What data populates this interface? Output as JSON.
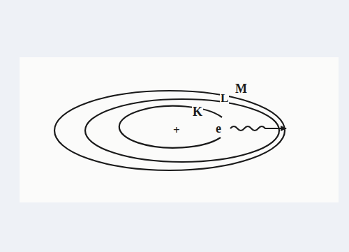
{
  "diagram": {
    "labels": [
      "M",
      "L",
      "K",
      "+",
      "e"
    ]
  }
}
